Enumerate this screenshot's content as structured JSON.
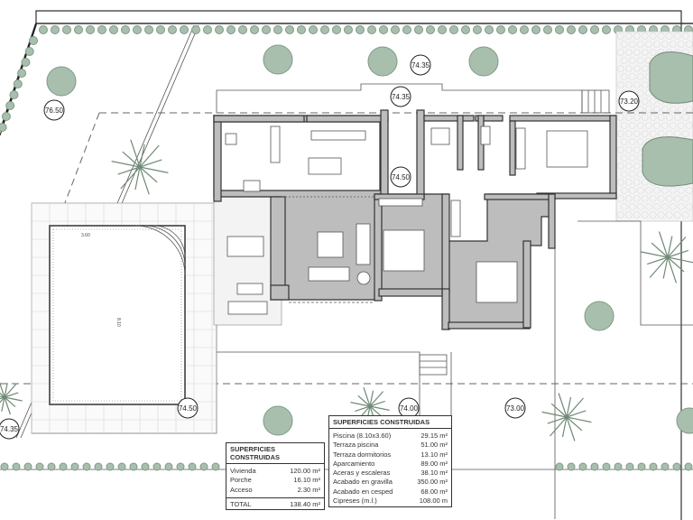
{
  "elevations": {
    "top_left": "76.50",
    "top_center_upper": "74.35",
    "top_center_lower": "74.35",
    "hall": "74.50",
    "parking": "73.20",
    "pool_terrace": "74.50",
    "front_center": "74.00",
    "front_right": "73.00",
    "bottom_left": "74.35"
  },
  "pool": {
    "width_label": "3.60",
    "length_label": "8.10"
  },
  "table_house": {
    "title": "SUPERFICIES CONSTRUIDAS",
    "rows": [
      {
        "label": "Vivienda",
        "value": "120.00 m²"
      },
      {
        "label": "Porche",
        "value": "16.10 m²"
      },
      {
        "label": "Acceso",
        "value": "2.30 m²"
      }
    ],
    "total": {
      "label": "TOTAL",
      "value": "138.40 m²"
    }
  },
  "table_exterior": {
    "title": "SUPERFICIES CONSTRUIDAS",
    "rows": [
      {
        "label": "Piscina (8.10x3.60)",
        "value": "29.15 m²"
      },
      {
        "label": "Terraza piscina",
        "value": "51.00 m²"
      },
      {
        "label": "Terraza dormitorios",
        "value": "13.10 m²"
      },
      {
        "label": "Aparcamiento",
        "value": "89.00 m²"
      },
      {
        "label": "Aceras y escaleras",
        "value": "38.10 m²"
      },
      {
        "label": "Acabado en gravilla",
        "value": "350.00 m²"
      },
      {
        "label": "Acabado en cesped",
        "value": "68.00 m²"
      },
      {
        "label": "Cipreses (m.l.)",
        "value": "108.00 m"
      }
    ]
  },
  "colors": {
    "vegetation": "#a9bfae",
    "walls": "#bdbdbd",
    "lines": "#333333"
  }
}
